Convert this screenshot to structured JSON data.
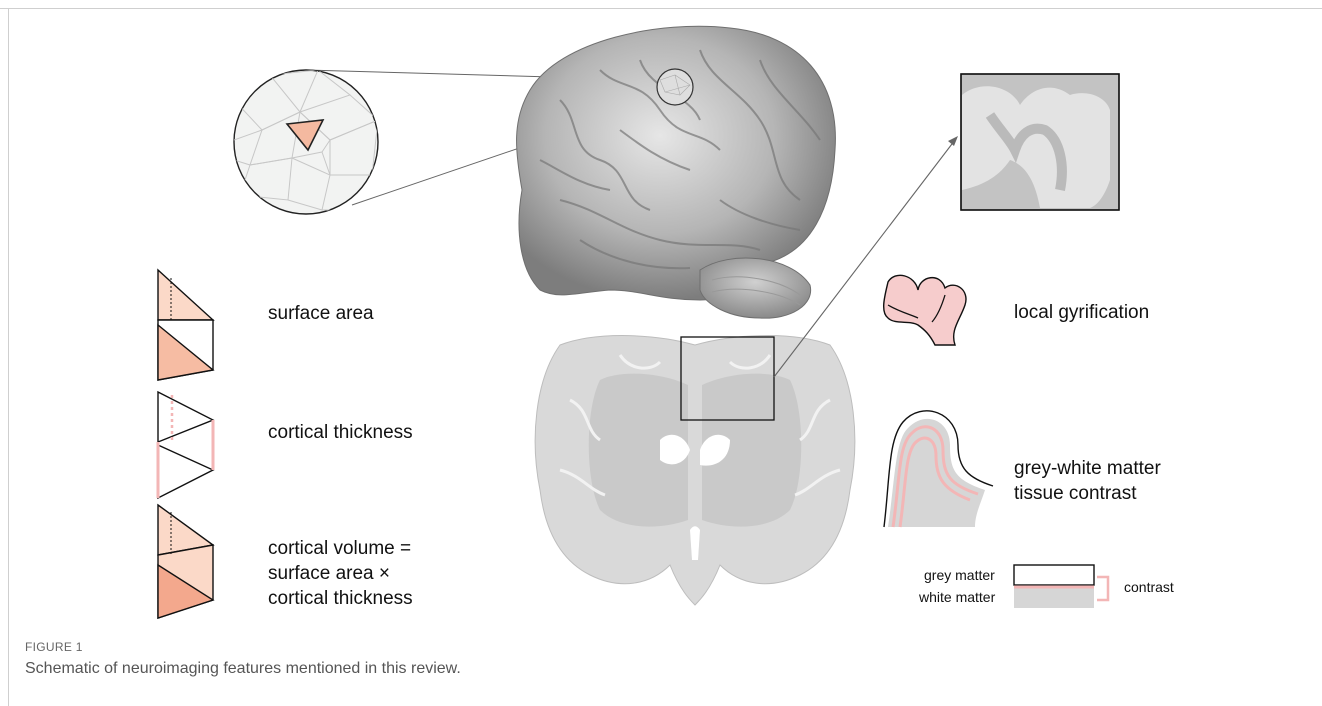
{
  "features": {
    "surface_area": "surface area",
    "cortical_thickness": "cortical thickness",
    "cortical_volume_line1": "cortical volume =",
    "cortical_volume_line2": "surface area ×",
    "cortical_volume_line3": "cortical thickness",
    "local_gyrification": "local gyrification",
    "tissue_contrast_line1": "grey-white matter",
    "tissue_contrast_line2": "tissue contrast"
  },
  "legend": {
    "grey_matter": "grey matter",
    "white_matter": "white matter",
    "contrast": "contrast"
  },
  "caption": {
    "figure_label": "FIGURE 1",
    "text": "Schematic of neuroimaging features mentioned in this review."
  },
  "colors": {
    "salmon_light": "#fbd9c8",
    "salmon_mid": "#f6bca3",
    "pink_fill": "#f6cccc",
    "pink_line": "#f3b6b6",
    "grey_white": "#d6d6d6"
  }
}
